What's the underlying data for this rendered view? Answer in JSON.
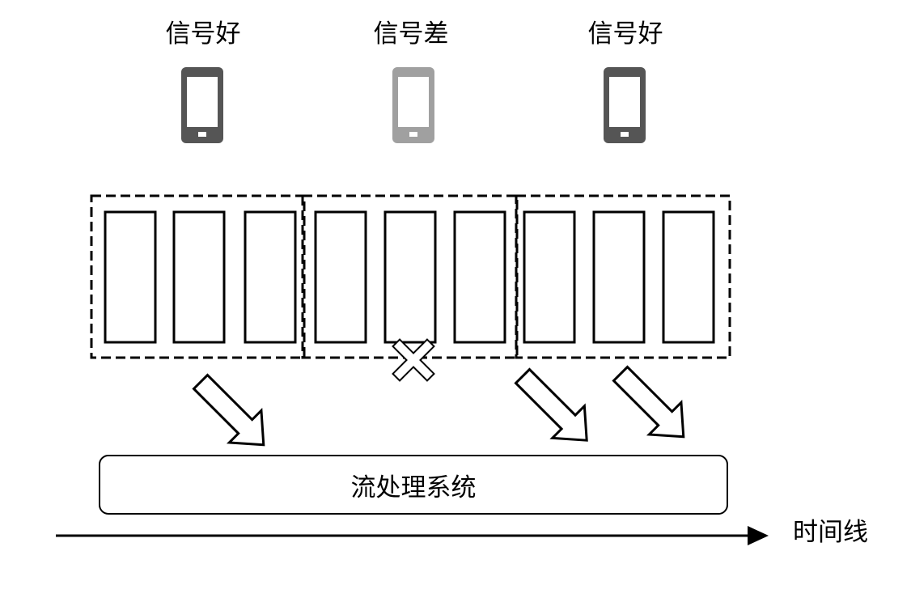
{
  "phones": [
    {
      "label": "信号好",
      "status": "good",
      "color": "#555555"
    },
    {
      "label": "信号差",
      "status": "poor",
      "color": "#a0a0a0"
    },
    {
      "label": "信号好",
      "status": "good",
      "color": "#555555"
    }
  ],
  "windows": [
    {
      "frames": 3
    },
    {
      "frames": 3,
      "dropped": true
    },
    {
      "frames": 3
    }
  ],
  "process": {
    "label": "流处理系统"
  },
  "timeline": {
    "label": "时间线"
  },
  "colors": {
    "stroke": "#000000",
    "background": "#ffffff"
  }
}
